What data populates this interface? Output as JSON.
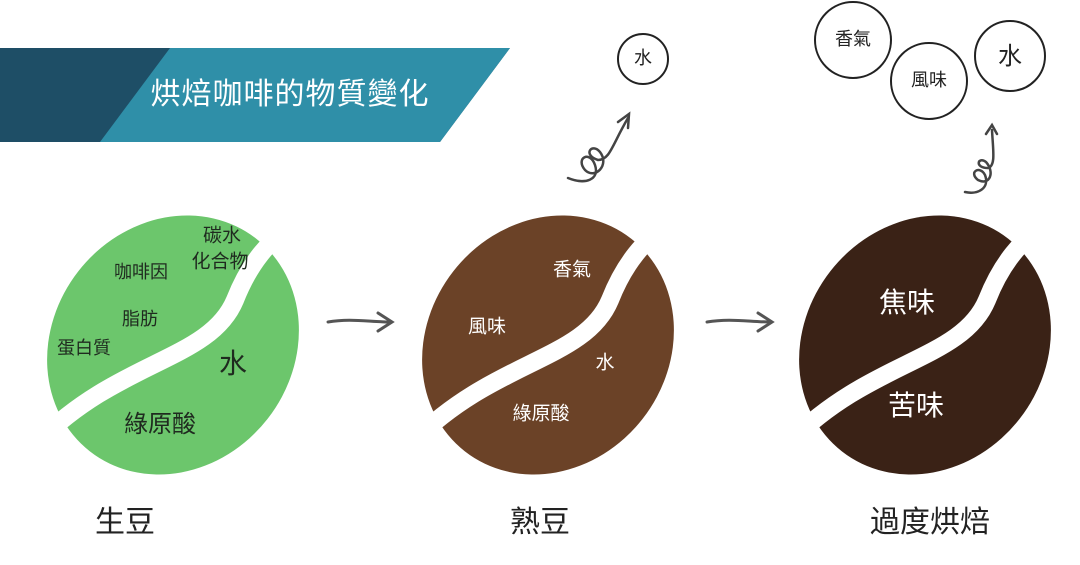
{
  "banner": {
    "title": "烘焙咖啡的物質變化",
    "color_dark": "#1e4e66",
    "color_light": "#2f8fa8"
  },
  "colors": {
    "green": "#6cc66c",
    "brown": "#6b4227",
    "dark": "#3a2216",
    "stroke": "#555555"
  },
  "green_bean": {
    "labels": [
      "碳水",
      "化合物",
      "咖啡因",
      "脂肪",
      "蛋白質",
      "水",
      "綠原酸"
    ]
  },
  "brown_bean": {
    "labels": [
      "香氣",
      "風味",
      "水",
      "綠原酸"
    ]
  },
  "dark_bean": {
    "labels": [
      "焦味",
      "苦味"
    ]
  },
  "bubbles": {
    "middle": [
      "水"
    ],
    "right": [
      "香氣",
      "風味",
      "水"
    ]
  },
  "stages": [
    "生豆",
    "熟豆",
    "過度烘焙"
  ]
}
